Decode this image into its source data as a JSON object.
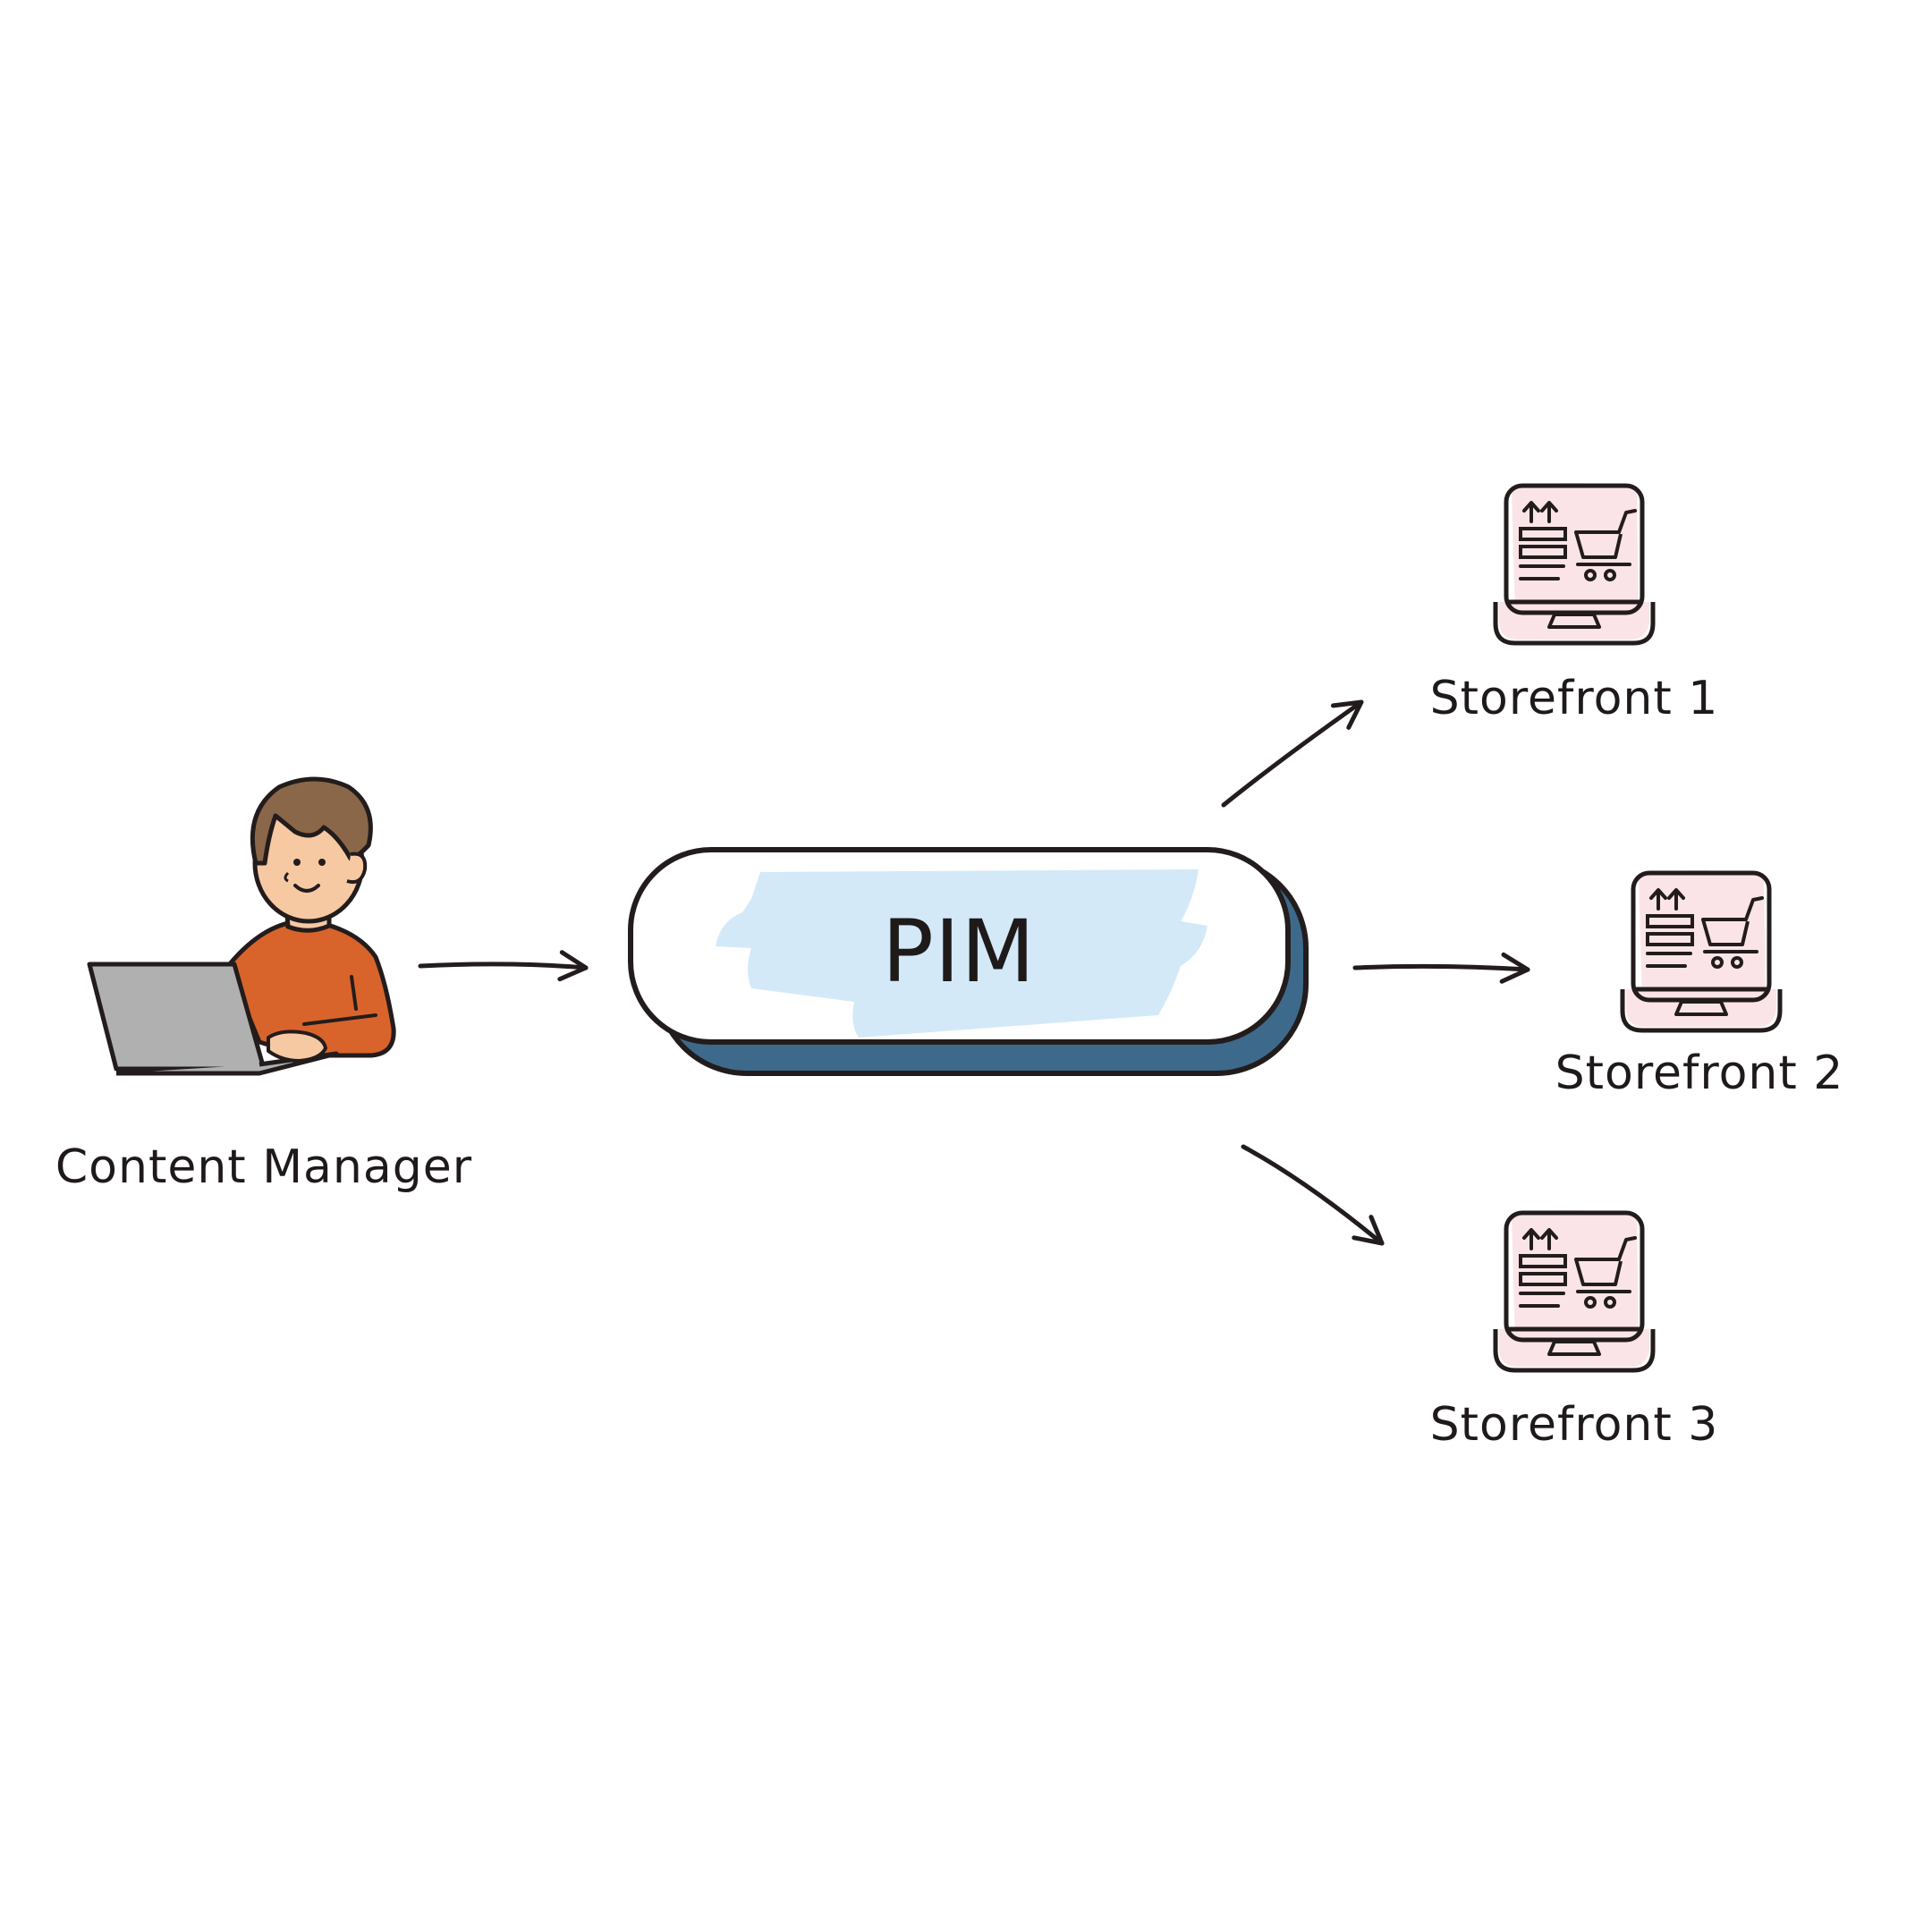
{
  "diagram": {
    "source": {
      "label": "Content Manager"
    },
    "hub": {
      "label": "PIM"
    },
    "targets": [
      {
        "label": "Storefront 1"
      },
      {
        "label": "Storefront 2"
      },
      {
        "label": "Storefront 3"
      }
    ]
  },
  "colors": {
    "ink": "#231c1c",
    "hub_fill": "#ffffff",
    "hub_highlight": "#d3e9f8",
    "hub_shadow": "#3d6a8a",
    "storefront_screen": "#fbe4e7",
    "shirt": "#d9642b",
    "hair": "#8a6748",
    "skin": "#f6c9a3",
    "laptop": "#b0b0b0"
  },
  "icons": {
    "source": "person-laptop-icon",
    "targets": "storefront-laptop-icon"
  }
}
